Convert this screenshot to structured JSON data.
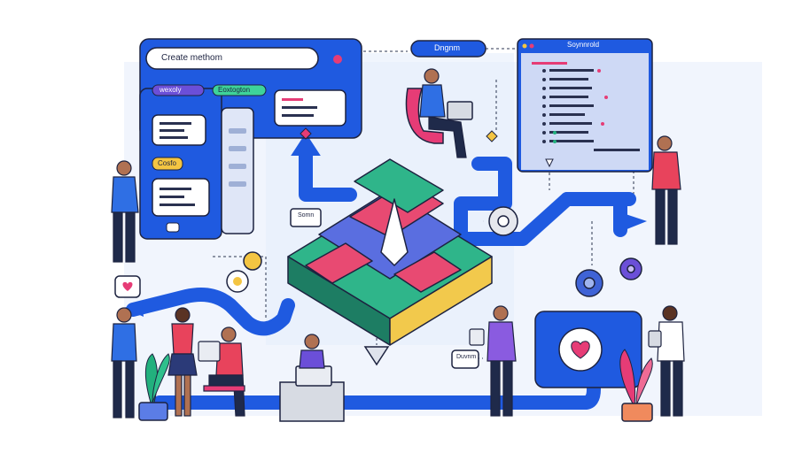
{
  "left_window": {
    "search_text": "Create methom",
    "tag_left": "wexoly",
    "tag_right": "Eoxtogton",
    "note_tag": "Cosfo"
  },
  "top_chip": {
    "label": "Dngnm"
  },
  "right_window": {
    "title": "Soynnrold"
  },
  "small_card": {
    "label": "Somn"
  },
  "bubble": {
    "label": "Duvnm"
  },
  "colors": {
    "primary_blue": "#1f5ae0",
    "background_tint": "#eaf1fd",
    "pink": "#e63c76",
    "green": "#22b07d",
    "yellow": "#f4c542",
    "purple": "#6b4fd8"
  }
}
